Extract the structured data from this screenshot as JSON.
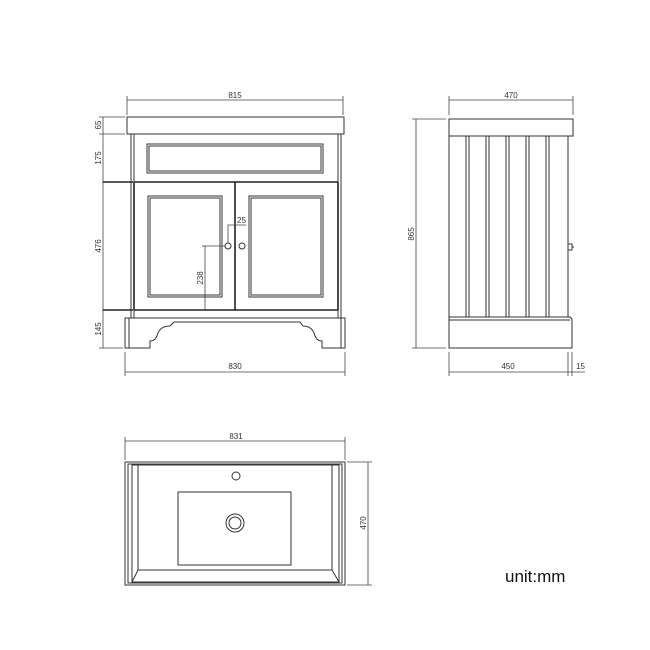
{
  "front_view": {
    "width_top": "815",
    "width_base": "830",
    "heights": [
      "65",
      "175",
      "476",
      "145"
    ],
    "knob_offset": "25",
    "knob_height": "238"
  },
  "side_view": {
    "depth_top": "470",
    "height": "865",
    "depth_body": "450",
    "knob_projection": "15"
  },
  "top_view": {
    "width": "831",
    "depth": "470"
  },
  "unit_label": "unit:mm"
}
